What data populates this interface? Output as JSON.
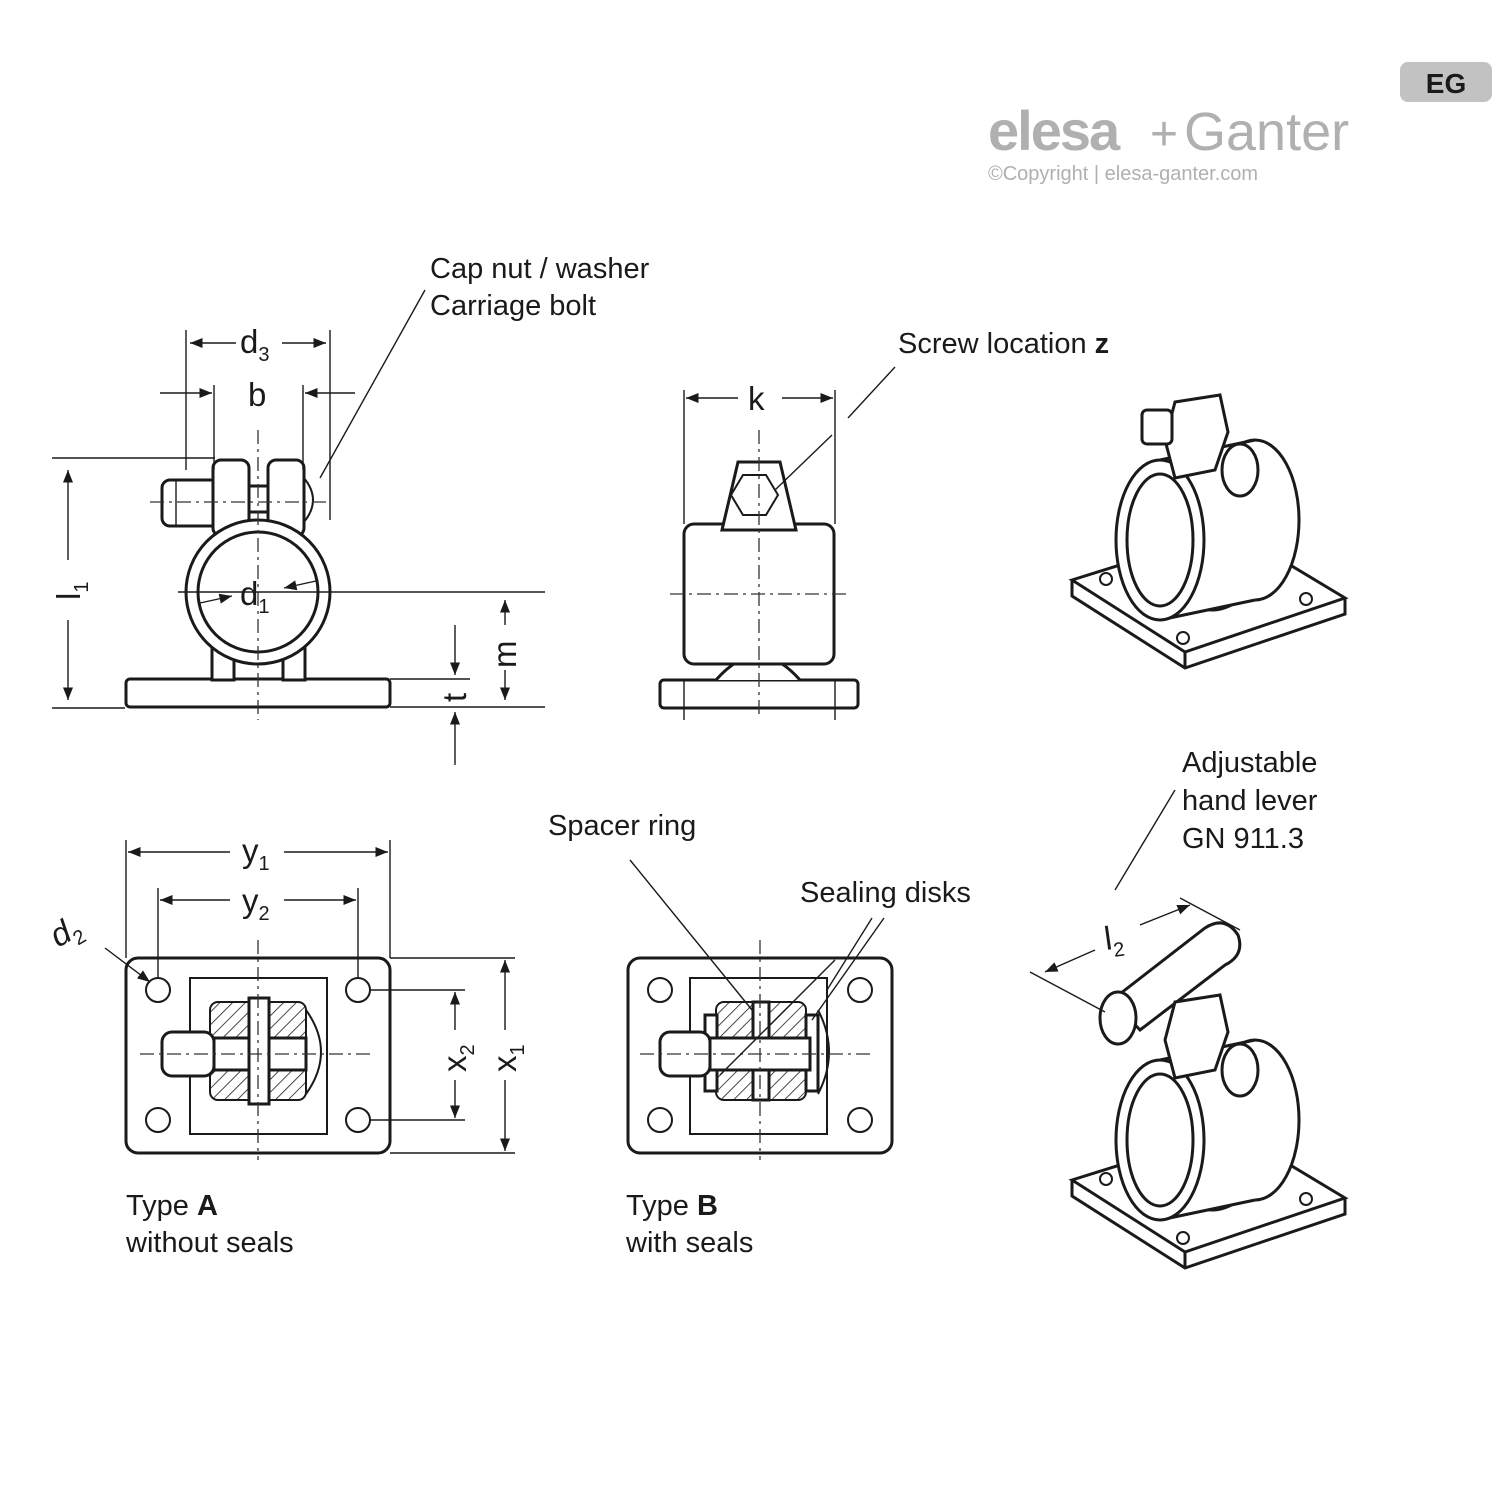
{
  "logo": {
    "brand_elesa": "elesa",
    "brand_plus": "+",
    "brand_ganter": "Ganter",
    "badge_text": "EG",
    "copyright": "©Copyright | elesa-ganter.com",
    "color": "#b0b0b0"
  },
  "labels": {
    "cap_nut_line1": "Cap nut / washer",
    "cap_nut_line2": "Carriage bolt",
    "screw_location": "Screw location",
    "screw_location_bold": "z",
    "spacer_ring": "Spacer ring",
    "sealing_disks": "Sealing disks",
    "adjustable_line1": "Adjustable",
    "adjustable_line2": "hand lever",
    "adjustable_line3": "GN 911.3",
    "type_a_prefix": "Type ",
    "type_a_bold": "A",
    "type_a_desc": "without seals",
    "type_b_prefix": "Type ",
    "type_b_bold": "B",
    "type_b_desc": "with seals"
  },
  "dimensions": {
    "d3": {
      "main": "d",
      "sub": "3"
    },
    "b": {
      "main": "b"
    },
    "l1": {
      "main": "l",
      "sub": "1"
    },
    "d1": {
      "main": "d",
      "sub": "1"
    },
    "m": {
      "main": "m"
    },
    "t": {
      "main": "t"
    },
    "k": {
      "main": "k"
    },
    "y1": {
      "main": "y",
      "sub": "1"
    },
    "y2": {
      "main": "y",
      "sub": "2"
    },
    "d2": {
      "main": "d",
      "sub": "2"
    },
    "x1": {
      "main": "x",
      "sub": "1"
    },
    "x2": {
      "main": "x",
      "sub": "2"
    },
    "l2": {
      "main": "l",
      "sub": "2"
    }
  }
}
